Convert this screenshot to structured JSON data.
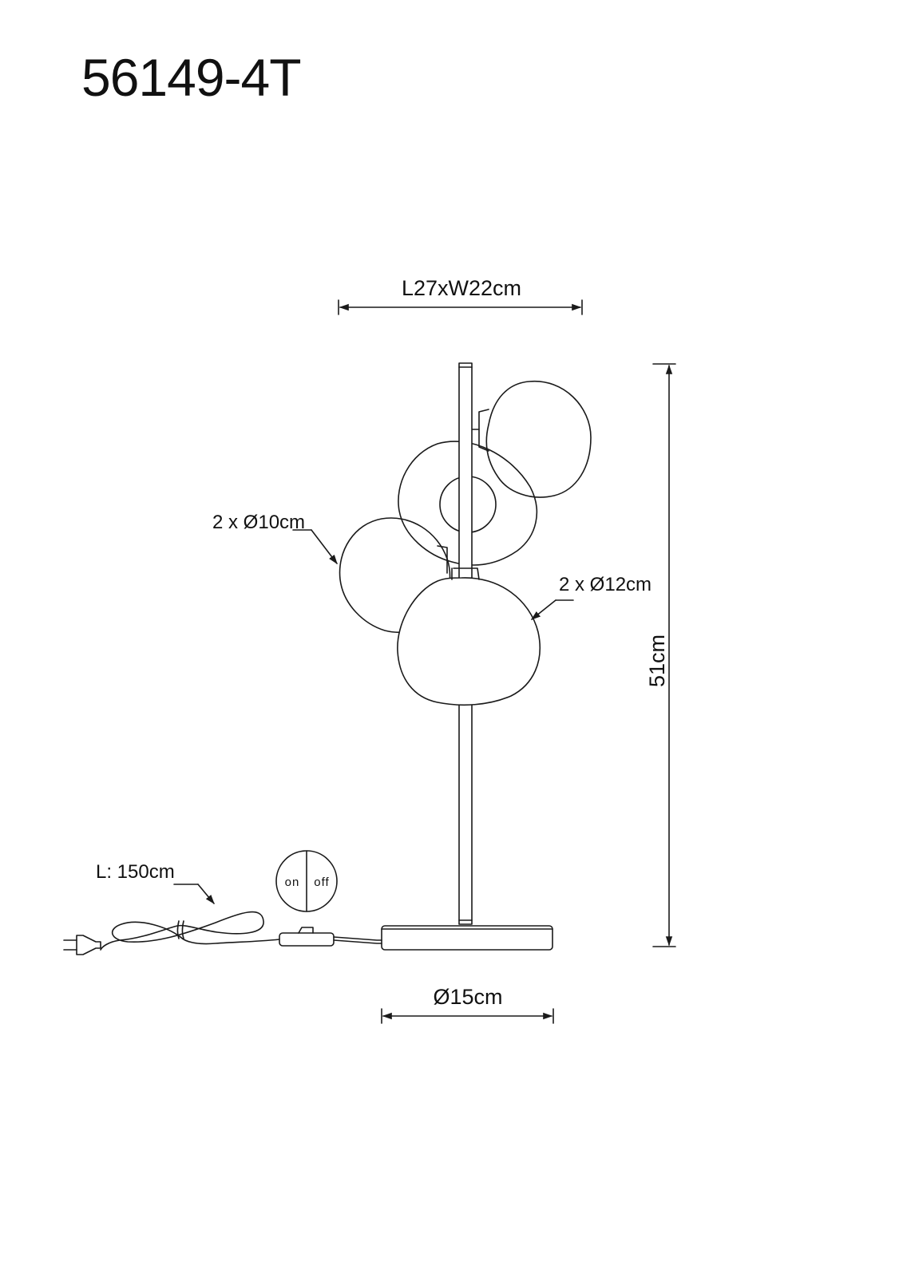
{
  "title": "56149-4T",
  "dimensions": {
    "top_width": "L27xW22cm",
    "height": "51cm",
    "base_diameter": "Ø15cm",
    "small_shades": "2 x Ø10cm",
    "large_shades": "2 x Ø12cm",
    "cable_length": "L: 150cm"
  },
  "switch": {
    "on_label": "on",
    "off_label": "off"
  },
  "colors": {
    "line": "#1a1a1a",
    "background": "#ffffff"
  }
}
